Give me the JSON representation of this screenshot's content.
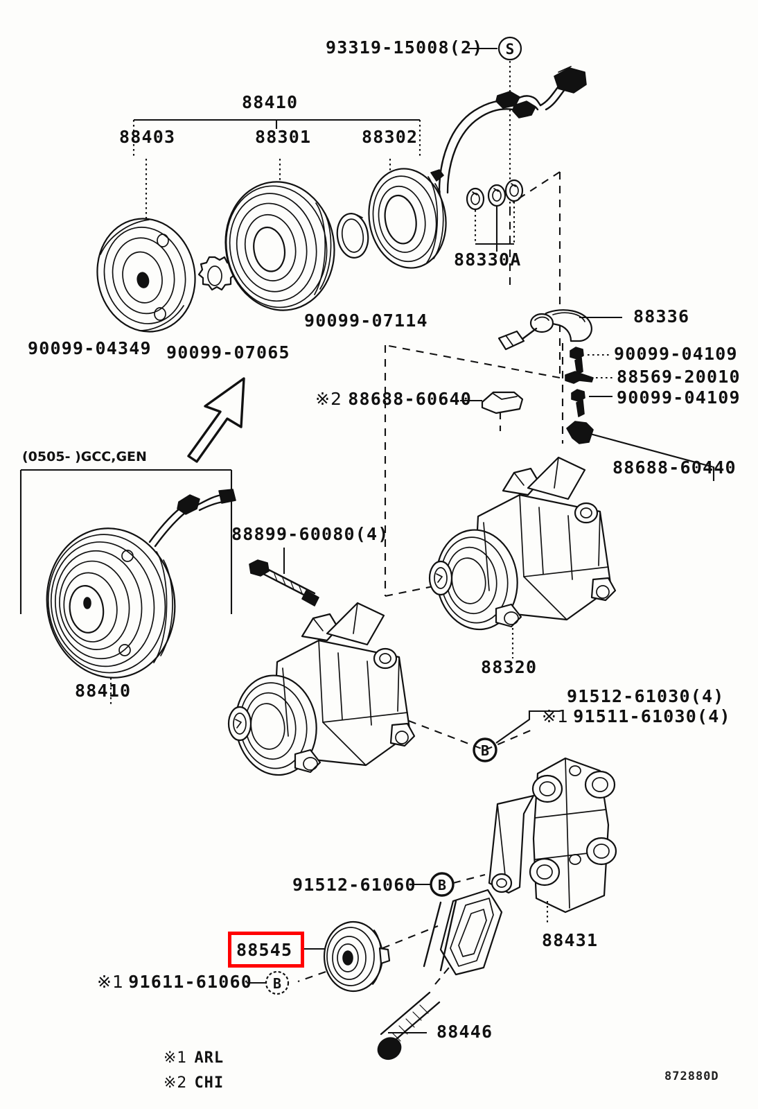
{
  "diagram": {
    "code": "872880D",
    "title": "A/C Compressor Exploded Parts Diagram",
    "highlight_color": "#ff0000",
    "highlighted_part": "88545"
  },
  "markers": {
    "s": "S",
    "b": "B"
  },
  "group_box": {
    "label": "(0505-     )GCC,GEN"
  },
  "footnotes": [
    {
      "mark": "※1",
      "text": "ARL"
    },
    {
      "mark": "※2",
      "text": "CHI"
    }
  ],
  "parts": [
    {
      "id": "p1",
      "number": "93319-15008(2)"
    },
    {
      "id": "p2",
      "number": "88410"
    },
    {
      "id": "p3",
      "number": "88403"
    },
    {
      "id": "p4",
      "number": "88301"
    },
    {
      "id": "p5",
      "number": "88302"
    },
    {
      "id": "p6",
      "number": "88330A"
    },
    {
      "id": "p7",
      "number": "90099-04349"
    },
    {
      "id": "p8",
      "number": "90099-07065"
    },
    {
      "id": "p9",
      "number": "90099-07114"
    },
    {
      "id": "p10",
      "number": "88336"
    },
    {
      "id": "p11",
      "number": "90099-04109"
    },
    {
      "id": "p12",
      "number": "88569-20010"
    },
    {
      "id": "p13",
      "number": "90099-04109"
    },
    {
      "id": "p14",
      "number": "88688-60440"
    },
    {
      "id": "p15",
      "mark": "※2",
      "number": "88688-60640"
    },
    {
      "id": "p16",
      "number": "88899-60080(4)"
    },
    {
      "id": "p17",
      "number": "88410"
    },
    {
      "id": "p18",
      "number": "88320"
    },
    {
      "id": "p19",
      "number": "91512-61030(4)"
    },
    {
      "id": "p20",
      "mark": "※1",
      "number": "91511-61030(4)"
    },
    {
      "id": "p21",
      "number": "91512-61060"
    },
    {
      "id": "p22",
      "number": "88431"
    },
    {
      "id": "p23",
      "number": "88545"
    },
    {
      "id": "p24",
      "mark": "※1",
      "number": "91611-61060"
    },
    {
      "id": "p25",
      "number": "88446"
    }
  ]
}
